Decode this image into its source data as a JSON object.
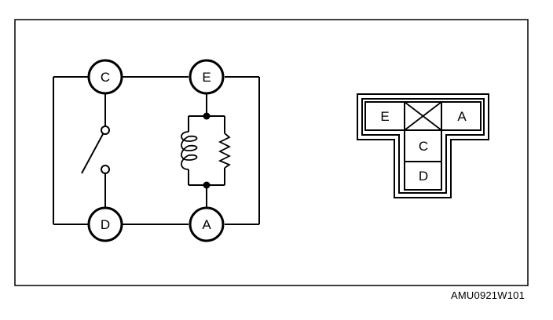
{
  "circuit": {
    "terminals": {
      "c": "C",
      "e": "E",
      "d": "D",
      "a": "A"
    }
  },
  "connector": {
    "cells": {
      "e": "E",
      "a": "A",
      "c": "C",
      "d": "D"
    },
    "blank_cell_icon": "cross-icon"
  },
  "figure_code": "AMU0921W101"
}
